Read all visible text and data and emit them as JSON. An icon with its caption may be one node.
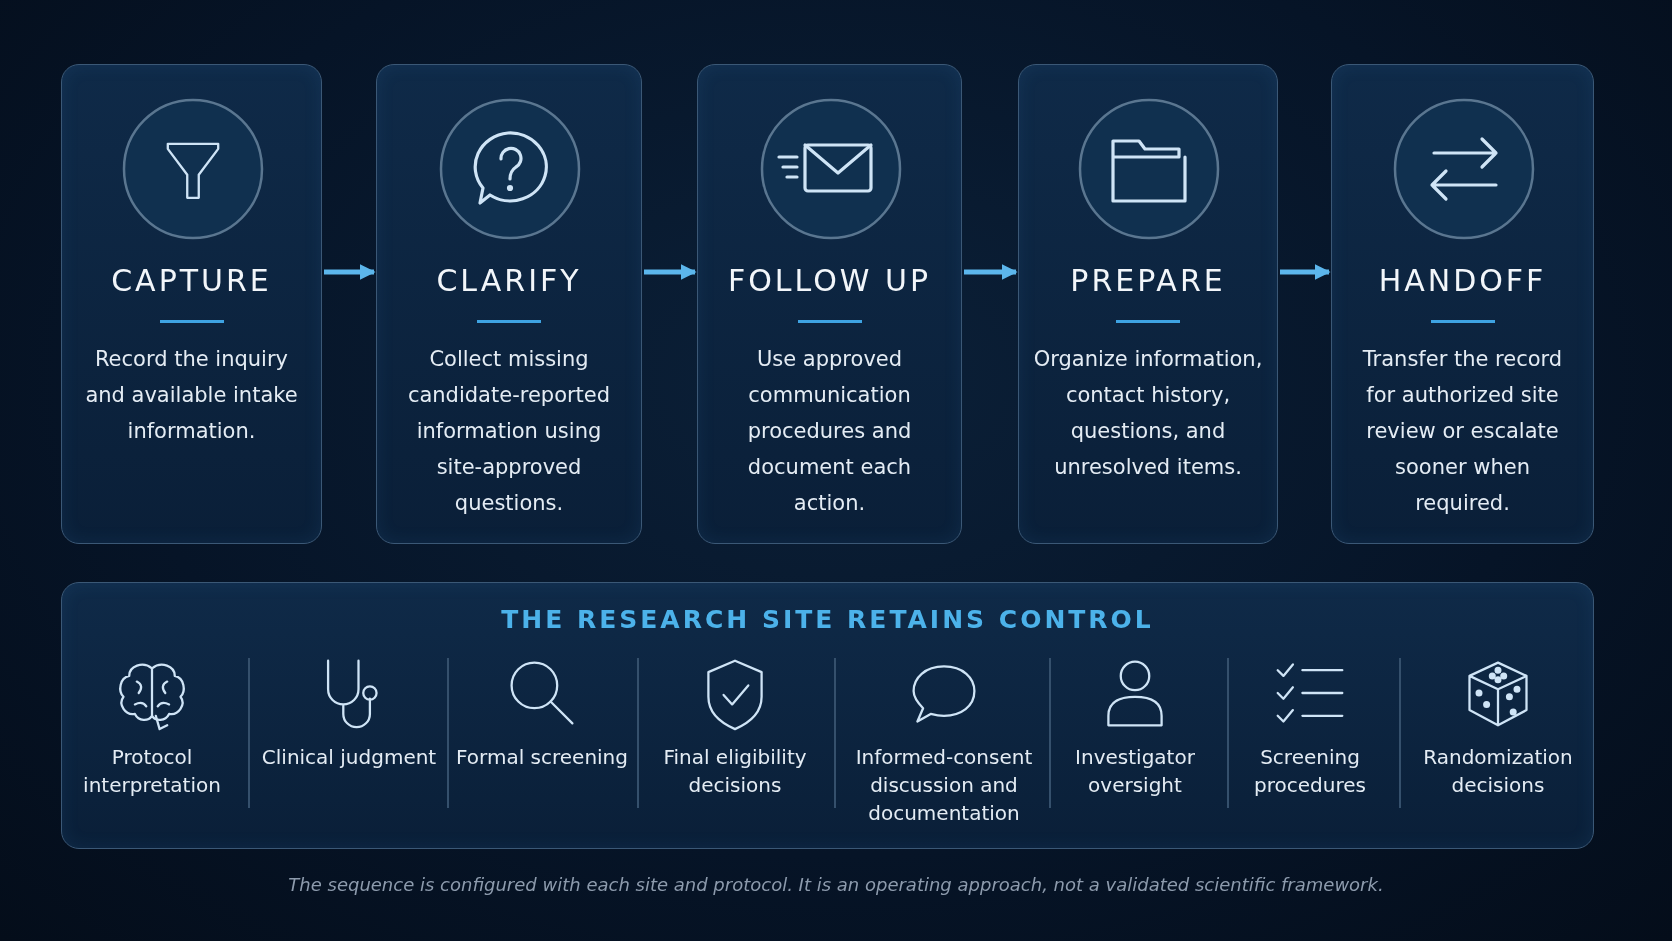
{
  "diagram": {
    "nodes": [
      {
        "text": [
          "CAPTURE",
          "Record the inquiry and available intake information."
        ]
      },
      {
        "text": [
          "CLARIFY",
          "Collect missing candidate-reported information using site-approved questions."
        ]
      },
      {
        "text": [
          "FOLLOW UP",
          "Use approved communication procedures and document each action."
        ]
      },
      {
        "text": [
          "PREPARE",
          "Organize information, contact history, questions, and unresolved items."
        ]
      },
      {
        "text": [
          "HANDOFF",
          "Transfer the record for authorized site review or escalate sooner when required."
        ]
      },
      {
        "text": [
          "THE RESEARCH SITE RETAINS CONTROL"
        ]
      }
    ],
    "edges": [
      {
        "from": 0,
        "to": 1,
        "arrow": "to"
      },
      {
        "from": 1,
        "to": 2,
        "arrow": "to"
      },
      {
        "from": 2,
        "to": 3,
        "arrow": "to"
      },
      {
        "from": 3,
        "to": 4,
        "arrow": "to"
      }
    ],
    "labels": [
      "Protocol interpretation",
      "Clinical judgment",
      "Formal screening",
      "Final eligibility decisions",
      "Informed-consent discussion and documentation",
      "Investigator oversight",
      "Screening procedures",
      "Randomization decisions"
    ],
    "caption": "The sequence is configured with each site and protocol. It is an operating approach, not a validated scientific framework."
  }
}
